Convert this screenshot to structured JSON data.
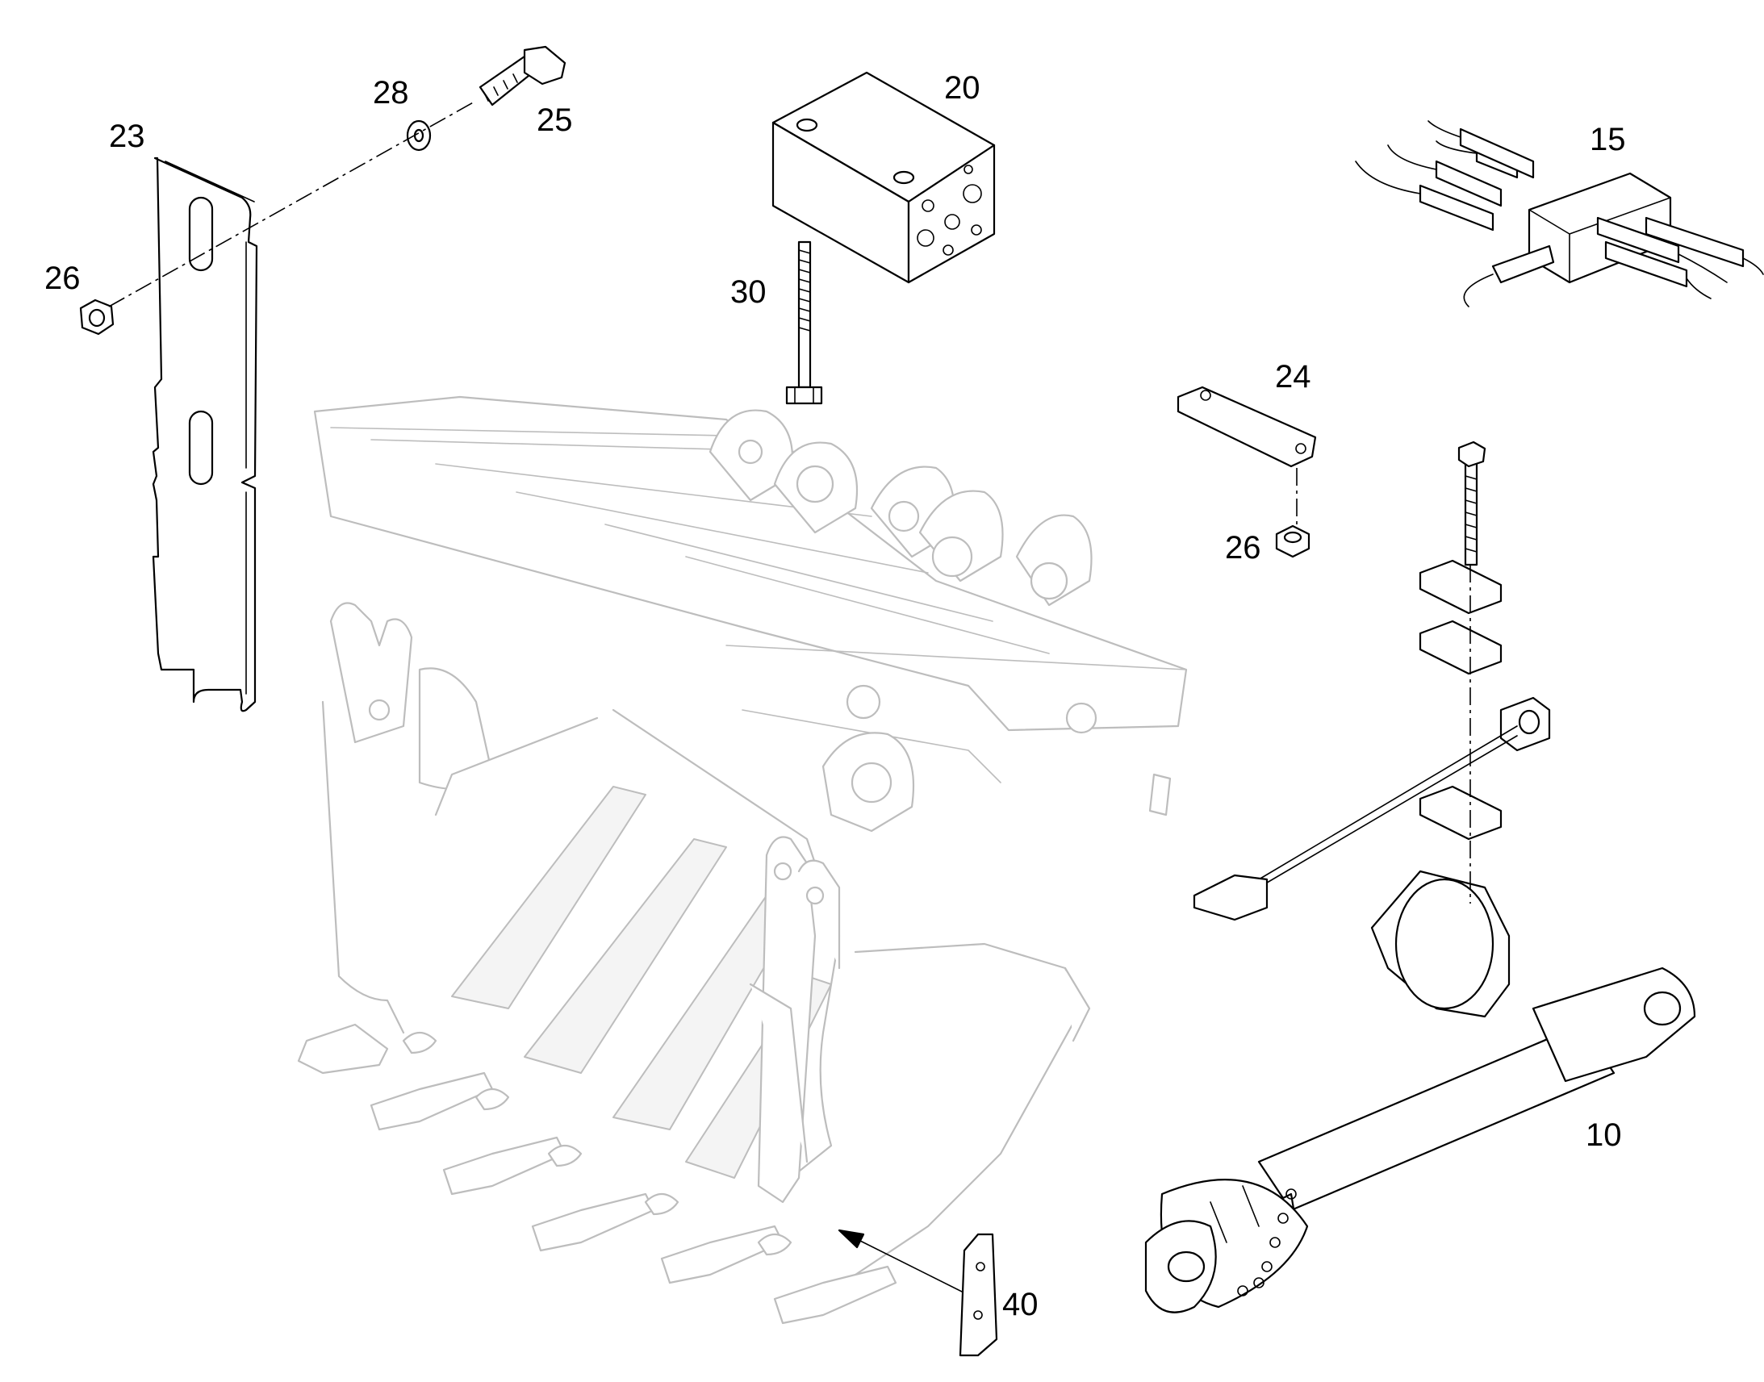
{
  "callouts": {
    "p10": "10",
    "p15": "15",
    "p20": "20",
    "p23": "23",
    "p24": "24",
    "p25": "25",
    "p26a": "26",
    "p26b": "26",
    "p28": "28",
    "p30": "30",
    "p40": "40"
  },
  "colors": {
    "line": "#000000",
    "ghost": "#bdbdbd",
    "background": "#ffffff"
  }
}
